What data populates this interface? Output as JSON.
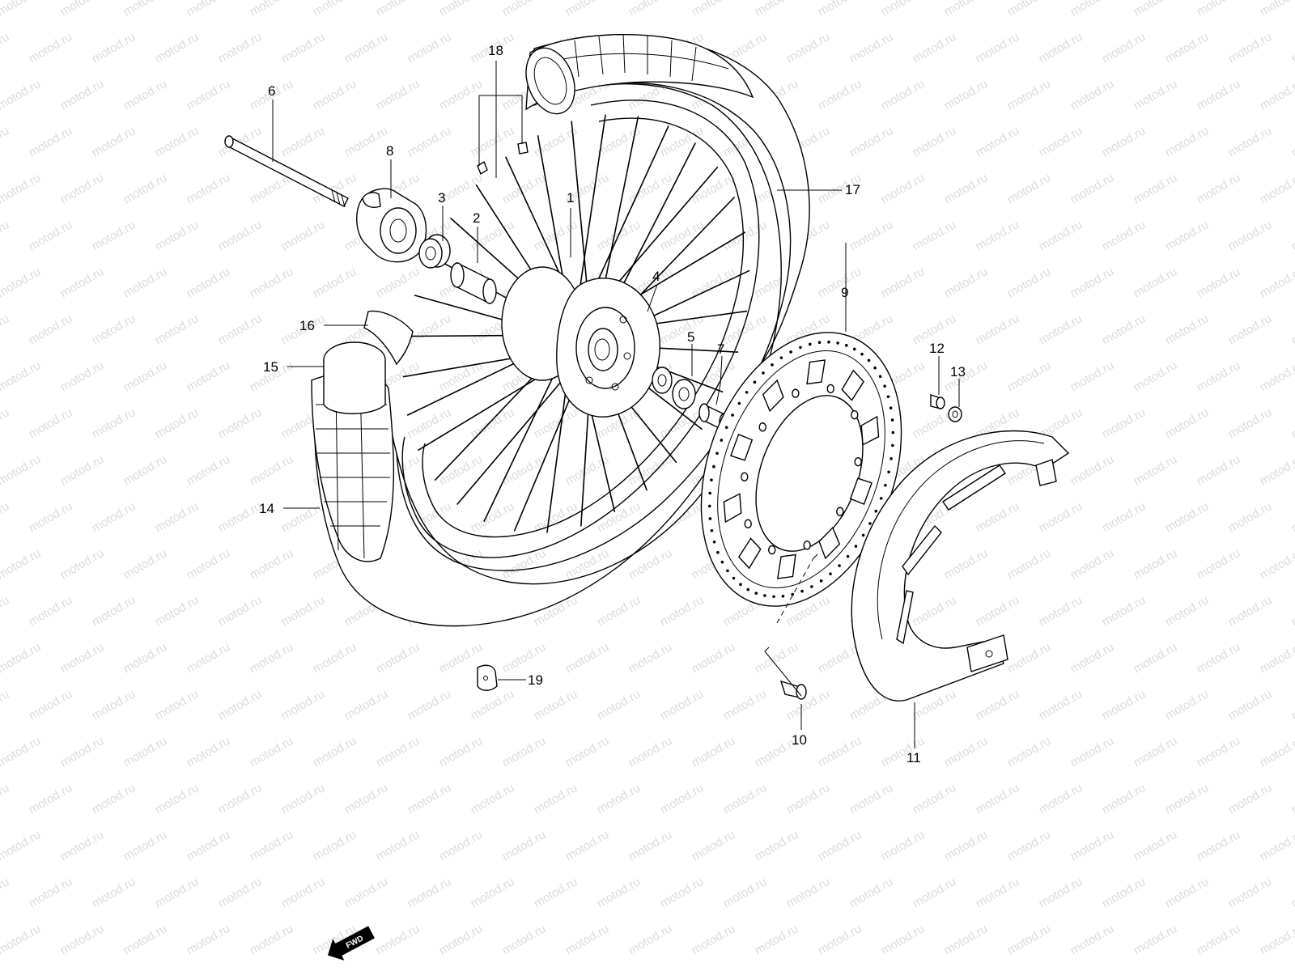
{
  "watermark": "motod.ru",
  "callouts": [
    {
      "id": "1",
      "label": "1"
    },
    {
      "id": "2",
      "label": "2"
    },
    {
      "id": "3",
      "label": "3"
    },
    {
      "id": "4",
      "label": "4"
    },
    {
      "id": "5",
      "label": "5"
    },
    {
      "id": "6",
      "label": "6"
    },
    {
      "id": "7",
      "label": "7"
    },
    {
      "id": "8",
      "label": "8"
    },
    {
      "id": "9",
      "label": "9"
    },
    {
      "id": "10",
      "label": "10"
    },
    {
      "id": "11",
      "label": "11"
    },
    {
      "id": "12",
      "label": "12"
    },
    {
      "id": "13",
      "label": "13"
    },
    {
      "id": "14",
      "label": "14"
    },
    {
      "id": "15",
      "label": "15"
    },
    {
      "id": "16",
      "label": "16"
    },
    {
      "id": "17",
      "label": "17"
    },
    {
      "id": "18",
      "label": "18"
    },
    {
      "id": "19",
      "label": "19"
    }
  ],
  "direction_badge": {
    "label": "FWD",
    "icon": "forward-arrow-icon"
  },
  "colors": {
    "line": "#000000",
    "background": "#ffffff",
    "watermark": "#dcdcdc"
  }
}
